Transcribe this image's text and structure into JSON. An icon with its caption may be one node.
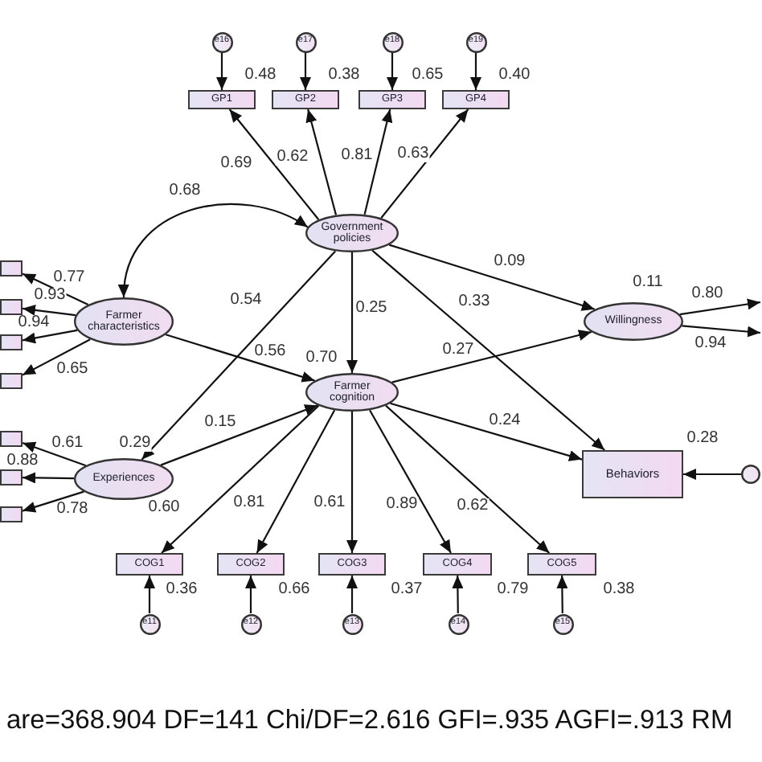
{
  "diagram": {
    "nodes": [
      {
        "text": [
          "e16"
        ]
      },
      {
        "text": [
          "e17"
        ]
      },
      {
        "text": [
          "e18"
        ]
      },
      {
        "text": [
          "e19"
        ]
      },
      {
        "text": [
          "GP1"
        ],
        "beside": [
          "0.48"
        ]
      },
      {
        "text": [
          "GP2"
        ],
        "beside": [
          "0.38"
        ]
      },
      {
        "text": [
          "GP3"
        ],
        "beside": [
          "0.65"
        ]
      },
      {
        "text": [
          "GP4"
        ],
        "beside": [
          "0.40"
        ]
      },
      {
        "text": [
          "Government policies"
        ]
      },
      {
        "text": [
          "Farmer characteristics"
        ]
      },
      {
        "text": [
          "Willingness"
        ],
        "beside": [
          "0.11"
        ]
      },
      {
        "text": [
          "Farmer cognition"
        ],
        "beside": [
          "0.70"
        ]
      },
      {
        "text": [
          "Experiences"
        ],
        "beside": [
          "0.29"
        ]
      },
      {
        "text": [
          "Behaviors"
        ],
        "beside": [
          "0.28"
        ]
      },
      {
        "text": [],
        "shape": "circle"
      },
      {
        "text": [],
        "shape": "box"
      },
      {
        "text": [],
        "shape": "box"
      },
      {
        "text": [],
        "shape": "box"
      },
      {
        "text": [],
        "shape": "box"
      },
      {
        "text": [],
        "shape": "box"
      },
      {
        "text": [],
        "shape": "box"
      },
      {
        "text": [],
        "shape": "box"
      },
      {
        "text": [
          "COG1"
        ],
        "beside": [
          "0.36"
        ]
      },
      {
        "text": [
          "COG2"
        ],
        "beside": [
          "0.66"
        ]
      },
      {
        "text": [
          "COG3"
        ],
        "beside": [
          "0.37"
        ]
      },
      {
        "text": [
          "COG4"
        ],
        "beside": [
          "0.79"
        ]
      },
      {
        "text": [
          "COG5"
        ],
        "beside": [
          "0.38"
        ]
      },
      {
        "text": [
          "e11"
        ]
      },
      {
        "text": [
          "e12"
        ]
      },
      {
        "text": [
          "e13"
        ]
      },
      {
        "text": [
          "e14"
        ]
      },
      {
        "text": [
          "e15"
        ]
      }
    ],
    "edges": [
      {
        "from": 0,
        "to": 4,
        "arrow": "to"
      },
      {
        "from": 1,
        "to": 5,
        "arrow": "to"
      },
      {
        "from": 2,
        "to": 6,
        "arrow": "to"
      },
      {
        "from": 3,
        "to": 7,
        "arrow": "to"
      },
      {
        "from": 8,
        "to": 4,
        "arrow": "to",
        "label": "0.69"
      },
      {
        "from": 8,
        "to": 5,
        "arrow": "to",
        "label": "0.62"
      },
      {
        "from": 8,
        "to": 6,
        "arrow": "to",
        "label": "0.81"
      },
      {
        "from": 8,
        "to": 7,
        "arrow": "to",
        "label": "0.63"
      },
      {
        "from": 9,
        "to": 8,
        "arrow": "both",
        "label": "0.68"
      },
      {
        "from": 9,
        "to": 15,
        "arrow": "to",
        "label": "0.77"
      },
      {
        "from": 9,
        "to": 16,
        "arrow": "to",
        "label": "0.93"
      },
      {
        "from": 9,
        "to": 17,
        "arrow": "to",
        "label": "0.94"
      },
      {
        "from": 9,
        "to": 18,
        "arrow": "to",
        "label": "0.65"
      },
      {
        "from": 8,
        "to": 10,
        "arrow": "to",
        "label": "0.09"
      },
      {
        "from": 8,
        "to": 13,
        "arrow": "to",
        "label": "0.33"
      },
      {
        "from": 8,
        "to": 11,
        "arrow": "to",
        "label": "0.25"
      },
      {
        "from": 8,
        "to": 12,
        "arrow": "to",
        "label": "0.54"
      },
      {
        "from": 9,
        "to": 11,
        "arrow": "to",
        "label": "0.56"
      },
      {
        "from": 11,
        "to": 10,
        "arrow": "to",
        "label": "0.27"
      },
      {
        "from": 10,
        "to": null,
        "arrow": "to",
        "label": "0.80"
      },
      {
        "from": 10,
        "to": null,
        "arrow": "to",
        "label": "0.94"
      },
      {
        "from": 12,
        "to": 11,
        "arrow": "to",
        "label": "0.15"
      },
      {
        "from": 11,
        "to": 13,
        "arrow": "to",
        "label": "0.24"
      },
      {
        "from": 14,
        "to": 13,
        "arrow": "to"
      },
      {
        "from": 12,
        "to": 19,
        "arrow": "to",
        "label": "0.61"
      },
      {
        "from": 12,
        "to": 20,
        "arrow": "to",
        "label": "0.88"
      },
      {
        "from": 12,
        "to": 21,
        "arrow": "to",
        "label": "0.78"
      },
      {
        "from": 11,
        "to": 22,
        "arrow": "to",
        "label": "0.60"
      },
      {
        "from": 11,
        "to": 23,
        "arrow": "to",
        "label": "0.81"
      },
      {
        "from": 11,
        "to": 24,
        "arrow": "to",
        "label": "0.61"
      },
      {
        "from": 11,
        "to": 25,
        "arrow": "to",
        "label": "0.89"
      },
      {
        "from": 11,
        "to": 26,
        "arrow": "to",
        "label": "0.62"
      },
      {
        "from": 27,
        "to": 22,
        "arrow": "to"
      },
      {
        "from": 28,
        "to": 23,
        "arrow": "to"
      },
      {
        "from": 29,
        "to": 24,
        "arrow": "to"
      },
      {
        "from": 30,
        "to": 25,
        "arrow": "to"
      },
      {
        "from": 31,
        "to": 26,
        "arrow": "to"
      }
    ],
    "labels": [
      "are=368.904 DF=141 Chi/DF=2.616 GFI=.935 AGFI=.913 RM"
    ]
  }
}
